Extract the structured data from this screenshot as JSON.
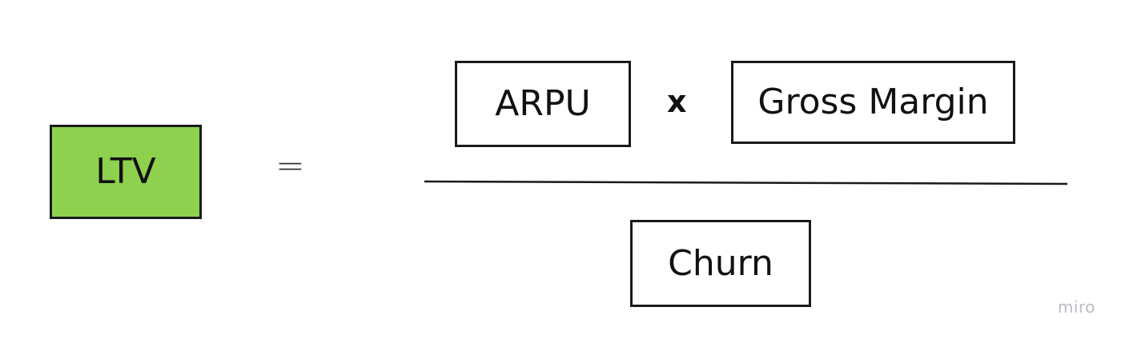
{
  "formula": {
    "result": {
      "label": "LTV",
      "fill_color": "#8dd14f"
    },
    "equals_sign": "=",
    "numerator": {
      "left_term": "ARPU",
      "operator": "x",
      "right_term": "Gross Margin"
    },
    "denominator": {
      "term": "Churn"
    }
  },
  "watermark": "miro",
  "colors": {
    "box_border": "#1a1a1a",
    "highlight_box": "#8dd14f",
    "watermark": "#b8bcc4"
  }
}
